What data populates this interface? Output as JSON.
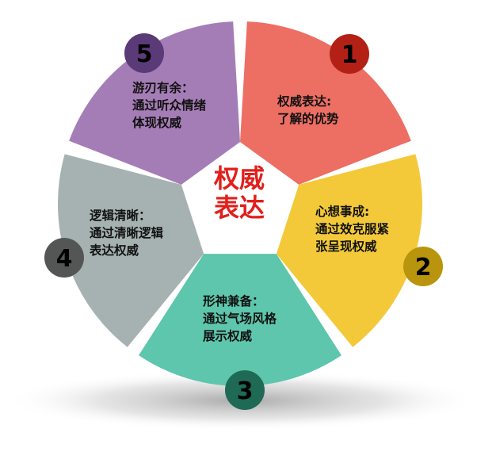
{
  "center": {
    "line1": "权威",
    "line2": "表达"
  },
  "segments": [
    {
      "number": "1",
      "color": "#ed6e63",
      "badge_color": "#b32116",
      "number_color": "#000000",
      "lines": [
        "权威表达:",
        "了解的优势"
      ]
    },
    {
      "number": "2",
      "color": "#f3c93a",
      "badge_color": "#b8950d",
      "number_color": "#000000",
      "lines": [
        "心想事成:",
        "通过效克服紧",
        "张呈现权威"
      ]
    },
    {
      "number": "3",
      "color": "#5dc6ac",
      "badge_color": "#1e6a54",
      "number_color": "#000000",
      "lines": [
        "形神兼备：",
        "通过气场风格",
        "展示权威"
      ]
    },
    {
      "number": "4",
      "color": "#a6b2b1",
      "badge_color": "#545656",
      "number_color": "#000000",
      "lines": [
        "逻辑清晰：",
        "通过清晰逻辑",
        "表达权威"
      ]
    },
    {
      "number": "5",
      "color": "#a57db6",
      "badge_color": "#5b3a78",
      "number_color": "#000000",
      "lines": [
        "游刃有余：",
        "通过听众情绪",
        "体现权威"
      ]
    }
  ]
}
